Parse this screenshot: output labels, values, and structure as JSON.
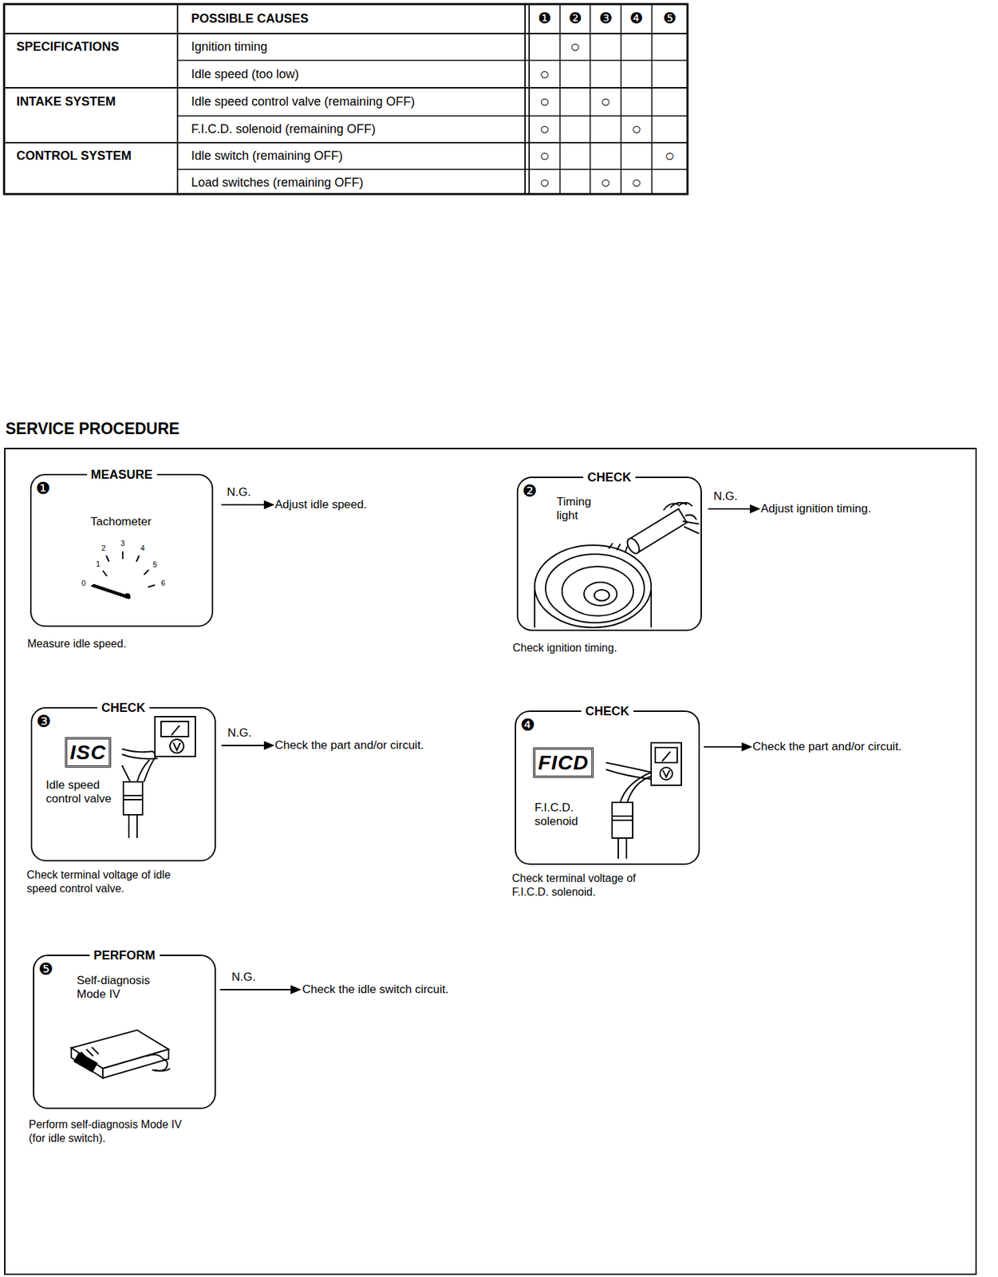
{
  "diagram": {
    "nodes": [
      {
        "text": [
          "SERVICE PROCEDURE"
        ]
      },
      {
        "text": [
          "❶",
          "MEASURE",
          "Tachometer",
          "Measure idle speed."
        ],
        "in": 0
      },
      {
        "text": [
          "❷",
          "CHECK",
          "Timing light",
          "Check ignition timing."
        ],
        "in": 0
      },
      {
        "text": [
          "❸",
          "CHECK",
          "ISC",
          "Idle speed control valve",
          "Check terminal voltage of idle speed control valve."
        ],
        "in": 0
      },
      {
        "text": [
          "❹",
          "CHECK",
          "FICD",
          "F.I.C.D. solenoid",
          "Check terminal voltage of F.I.C.D. solenoid."
        ],
        "in": 0
      },
      {
        "text": [
          "❺",
          "PERFORM",
          "Self-diagnosis Mode IV",
          "Perform self-diagnosis Mode IV (for idle switch)."
        ],
        "in": 0
      }
    ],
    "labels": [
      "POSSIBLE CAUSES",
      "❶",
      "❷",
      "❸",
      "❹",
      "❺",
      "SPECIFICATIONS",
      "Ignition timing",
      "○",
      "Idle speed (too low)",
      "○",
      "INTAKE SYSTEM",
      "Idle speed control valve (remaining OFF)",
      "○",
      "○",
      "F.I.C.D. solenoid (remaining OFF)",
      "○",
      "○",
      "CONTROL SYSTEM",
      "Idle switch (remaining OFF)",
      "○",
      "○",
      "Load switches (remaining OFF)",
      "○",
      "○",
      "○",
      "N.G.",
      "Adjust idle speed.",
      "N.G.",
      "Adjust ignition timing.",
      "N.G.",
      "Check the part and/or circuit.",
      "Check the part and/or circuit.",
      "N.G.",
      "Check the idle switch circuit.",
      "0",
      "1",
      "2",
      "3",
      "4",
      "5",
      "6"
    ]
  }
}
